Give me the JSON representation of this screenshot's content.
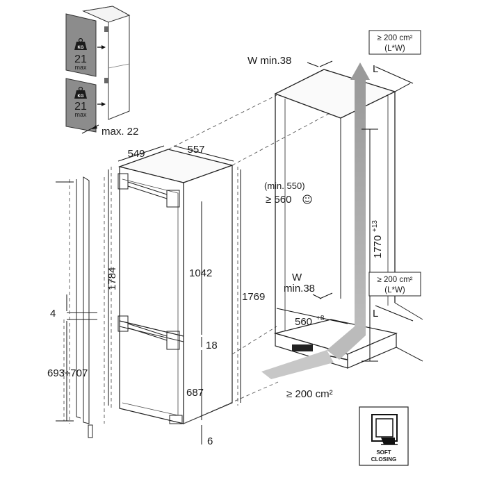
{
  "weight_labels": {
    "top": {
      "kg_icon": "KG",
      "value": "21",
      "unit": "max"
    },
    "bottom": {
      "kg_icon": "KG",
      "value": "21",
      "unit": "max"
    }
  },
  "dimensions": {
    "door_offset": "max. 22",
    "depth": "549",
    "width": "557",
    "height_total": "1784",
    "height_appliance": "1769",
    "fridge_section": "1042",
    "gap_middle": "18",
    "freezer_section": "687",
    "gap_bottom": "6",
    "door_gap": "4",
    "door_range": "693÷707",
    "niche_min": "(min. 550)",
    "niche_recommended": "≥ 560",
    "niche_height_base": "1770",
    "niche_height_tol": "+13",
    "niche_width_base": "560",
    "niche_width_tol": "+8",
    "vent_top_width": "W min.38",
    "vent_bottom_w": "W",
    "vent_bottom_min": "min.38",
    "vent_L_top": "L",
    "vent_L_bottom": "L",
    "vent_area_top": "≥ 200 cm²",
    "vent_area_top_formula": "(L*W)",
    "vent_area_mid": "≥ 200 cm²",
    "vent_area_mid_formula": "(L*W)",
    "vent_area_bottom": "≥ 200 cm²"
  },
  "soft_closing": {
    "line1": "SOFT",
    "line2": "CLOSING"
  },
  "icons": [
    "weight-kg-icon",
    "smiley-icon",
    "soft-closing-icon",
    "airflow-arrow-icon"
  ]
}
